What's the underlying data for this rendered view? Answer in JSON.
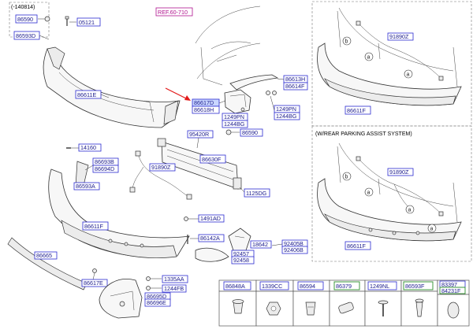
{
  "diagram": {
    "ref_label": "REF.60-710",
    "year_note": "(-140814)",
    "variant_title": "(W/REAR PARKING ASSIST SYSTEM)",
    "circle_a": "a",
    "circle_b": "b",
    "labels": {
      "l86590_top": "86590",
      "l05121": "05121",
      "l86593D": "86593D",
      "l86611E": "86611E",
      "l86617D": "86617D",
      "l86618H": "86618H",
      "l86613H": "86613H",
      "l86614F": "86614F",
      "l1249PN_a": "1249PN",
      "l1244BG_a": "1244BG",
      "l1249PN_b": "1249PN",
      "l1244BG_b": "1244BG",
      "l86590_mid": "86590",
      "l95420R": "95420R",
      "l14160": "14160",
      "l86630F": "86630F",
      "l86693B": "86693B",
      "l86694D": "86694D",
      "l91890Z_mid": "91890Z",
      "l86593A": "86593A",
      "l1125DG": "1125DG",
      "l1491AD": "1491AD",
      "l86611F_mid": "86611F",
      "l86142A": "86142A",
      "l18642": "18642",
      "l92405B": "92405B",
      "l92406B": "92406B",
      "l92457": "92457",
      "l92458": "92458",
      "l86665": "86665",
      "l86617E": "86617E",
      "l1335AA": "1335AA",
      "l1244FB": "1244FB",
      "l86695D": "86695D",
      "l86696E": "86696E",
      "l91890Z_tr": "91890Z",
      "l86611F_tr": "86611F",
      "l91890Z_br": "91890Z",
      "l86611F_br": "86611F"
    },
    "parts_table": [
      "86848A",
      "1339CC",
      "86594",
      "86379",
      "1249NL",
      "86593F",
      "83397",
      "84231F"
    ]
  }
}
